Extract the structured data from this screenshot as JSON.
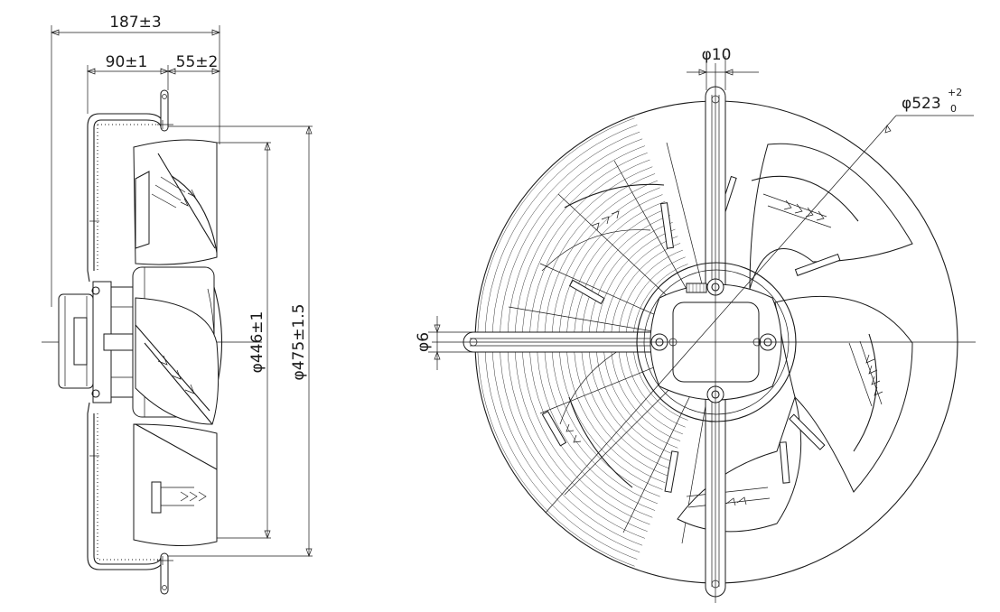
{
  "drawing": {
    "side_view": {
      "overall_depth": "187±3",
      "guard_depth": "90±1",
      "blade_depth": "55±2",
      "inner_diameter": "φ446±1",
      "outer_diameter": "φ475±1.5"
    },
    "front_view": {
      "slot_width": "φ10",
      "hole_diameter": "φ6",
      "ring_diameter": "φ523",
      "ring_tol_upper": "+2",
      "ring_tol_lower": "0"
    }
  }
}
